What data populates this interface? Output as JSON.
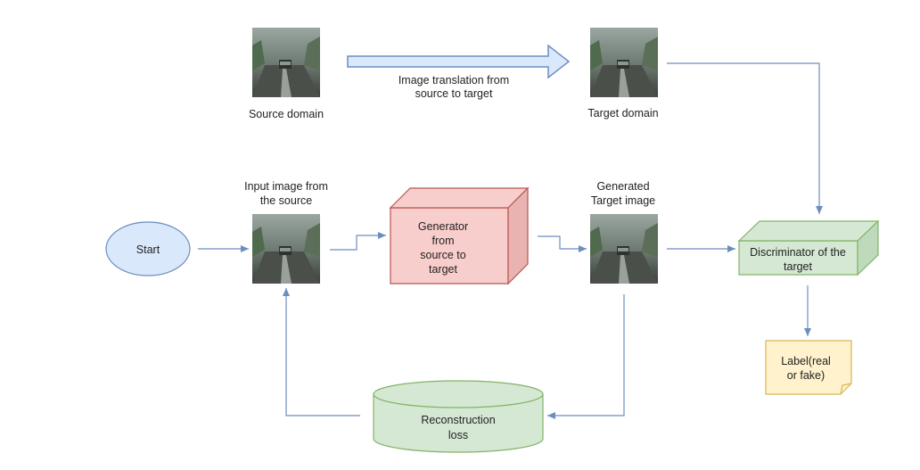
{
  "labels": {
    "source_domain": "Source domain",
    "target_domain": "Target domain",
    "translation_line1": "Image translation from",
    "translation_line2": "source to target",
    "input_line1": "Input image from",
    "input_line2": "the source",
    "generated_line1": "Generated",
    "generated_line2": "Target image",
    "start": "Start",
    "generator_line1": "Generator",
    "generator_line2": "from",
    "generator_line3": "source to",
    "generator_line4": "target",
    "discriminator_line1": "Discriminator of the",
    "discriminator_line2": "target",
    "label_line1": "Label(real",
    "label_line2": "or fake)",
    "reconstruction_line1": "Reconstruction",
    "reconstruction_line2": "loss"
  },
  "colors": {
    "arrow": "#6c8ebf",
    "start_fill": "#dae8fc",
    "start_stroke": "#6c8ebf",
    "generator_fill": "#f8cecc",
    "generator_stroke": "#b85450",
    "discriminator_fill": "#d5e8d4",
    "discriminator_stroke": "#82b366",
    "label_fill": "#fff2cc",
    "label_stroke": "#d6b656",
    "cylinder_fill": "#d5e8d4",
    "cylinder_stroke": "#82b366"
  }
}
